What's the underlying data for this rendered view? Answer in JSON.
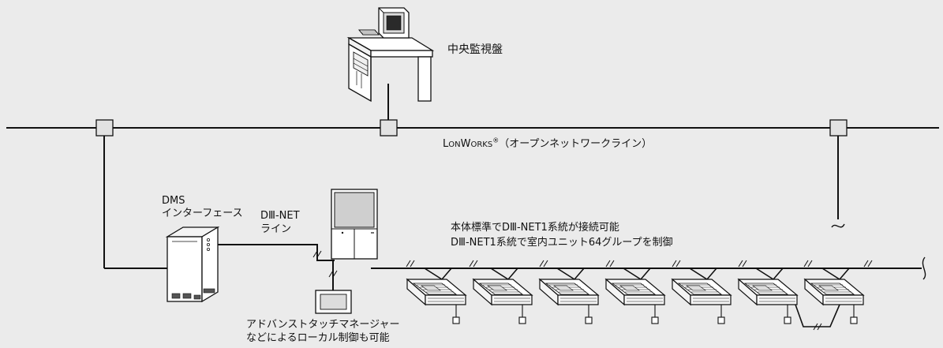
{
  "labels": {
    "central_monitor": "中央監視盤",
    "lonworks": {
      "l1": "L",
      "rest1": "ON",
      "w": "W",
      "rest2": "ORKS",
      "reg": "®",
      "suffix": "（オープンネットワークライン）"
    },
    "dms_title": "DMS",
    "dms_subtitle": "インターフェース",
    "dnet_line_1": "DⅢ-NET",
    "dnet_line_2": "ライン",
    "spec_line_1": "本体標準でDⅢ-NET1系統が接続可能",
    "spec_line_2": "DⅢ-NET1系統で室内ユニット64グループを制御",
    "touch_line_1": "アドバンストタッチマネージャー",
    "touch_line_2": "などによるローカル制御も可能"
  },
  "colors": {
    "background": "#ebebeb",
    "line": "#111111",
    "box_fill": "#e2e2e2",
    "device_fill": "#ffffff",
    "screen_fill": "#cfcfcf"
  },
  "icons": {
    "central_monitor": "workstation-desk-icon",
    "dms_interface": "interface-cabinet-icon",
    "outdoor_unit": "outdoor-unit-icon",
    "touch_manager": "touch-panel-icon",
    "indoor_unit": "ceiling-cassette-icon",
    "remote_controller": "remote-controller-icon",
    "connector": "network-node-icon"
  },
  "indoor_unit_count": 7
}
